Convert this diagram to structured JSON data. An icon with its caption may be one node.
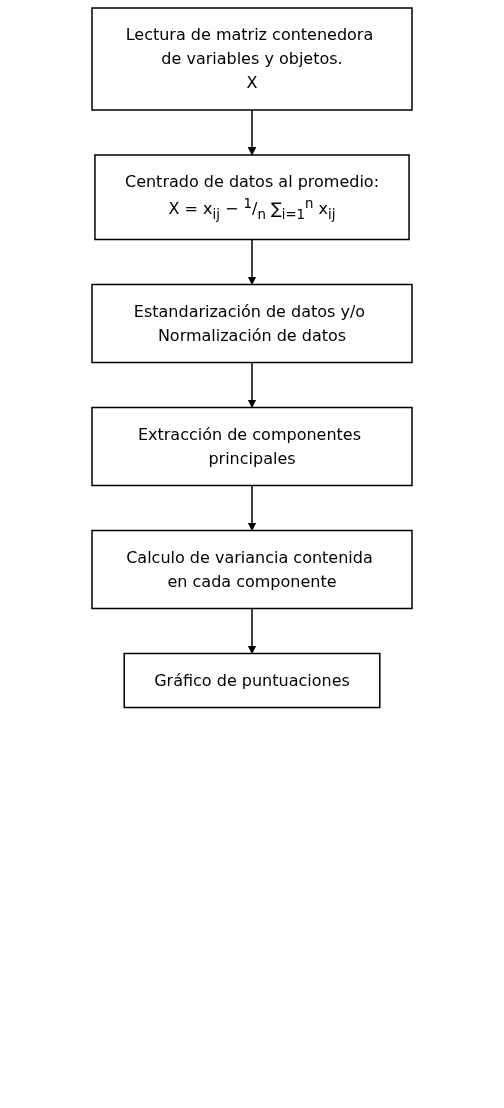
{
  "diagram": {
    "nodes": [
      {
        "text": [
          "Lectura de matriz contenedora de variables y objetos.",
          "X"
        ]
      },
      {
        "text": [
          "Centrado de datos al promedio:",
          "X = x$_{ij}$ − $^{1}$/$_{n}$ ∑$_{i=1}$$^{n}$ x$_{ij}$"
        ]
      },
      {
        "text": [
          "Estandarización de datos y/o Normalización de datos"
        ]
      },
      {
        "text": [
          "Extracción de componentes principales"
        ]
      },
      {
        "text": [
          "Calculo de variancia contenida en cada componente"
        ]
      },
      {
        "text": [
          "Gráfico de puntuaciones"
        ]
      }
    ],
    "edges": [
      {
        "from": 0,
        "to": 1,
        "arrow": "to"
      },
      {
        "from": 1,
        "to": 2,
        "arrow": "to"
      },
      {
        "from": 2,
        "to": 3,
        "arrow": "to"
      },
      {
        "from": 3,
        "to": 4,
        "arrow": "to"
      },
      {
        "from": 4,
        "to": 5,
        "arrow": "to"
      }
    ]
  }
}
